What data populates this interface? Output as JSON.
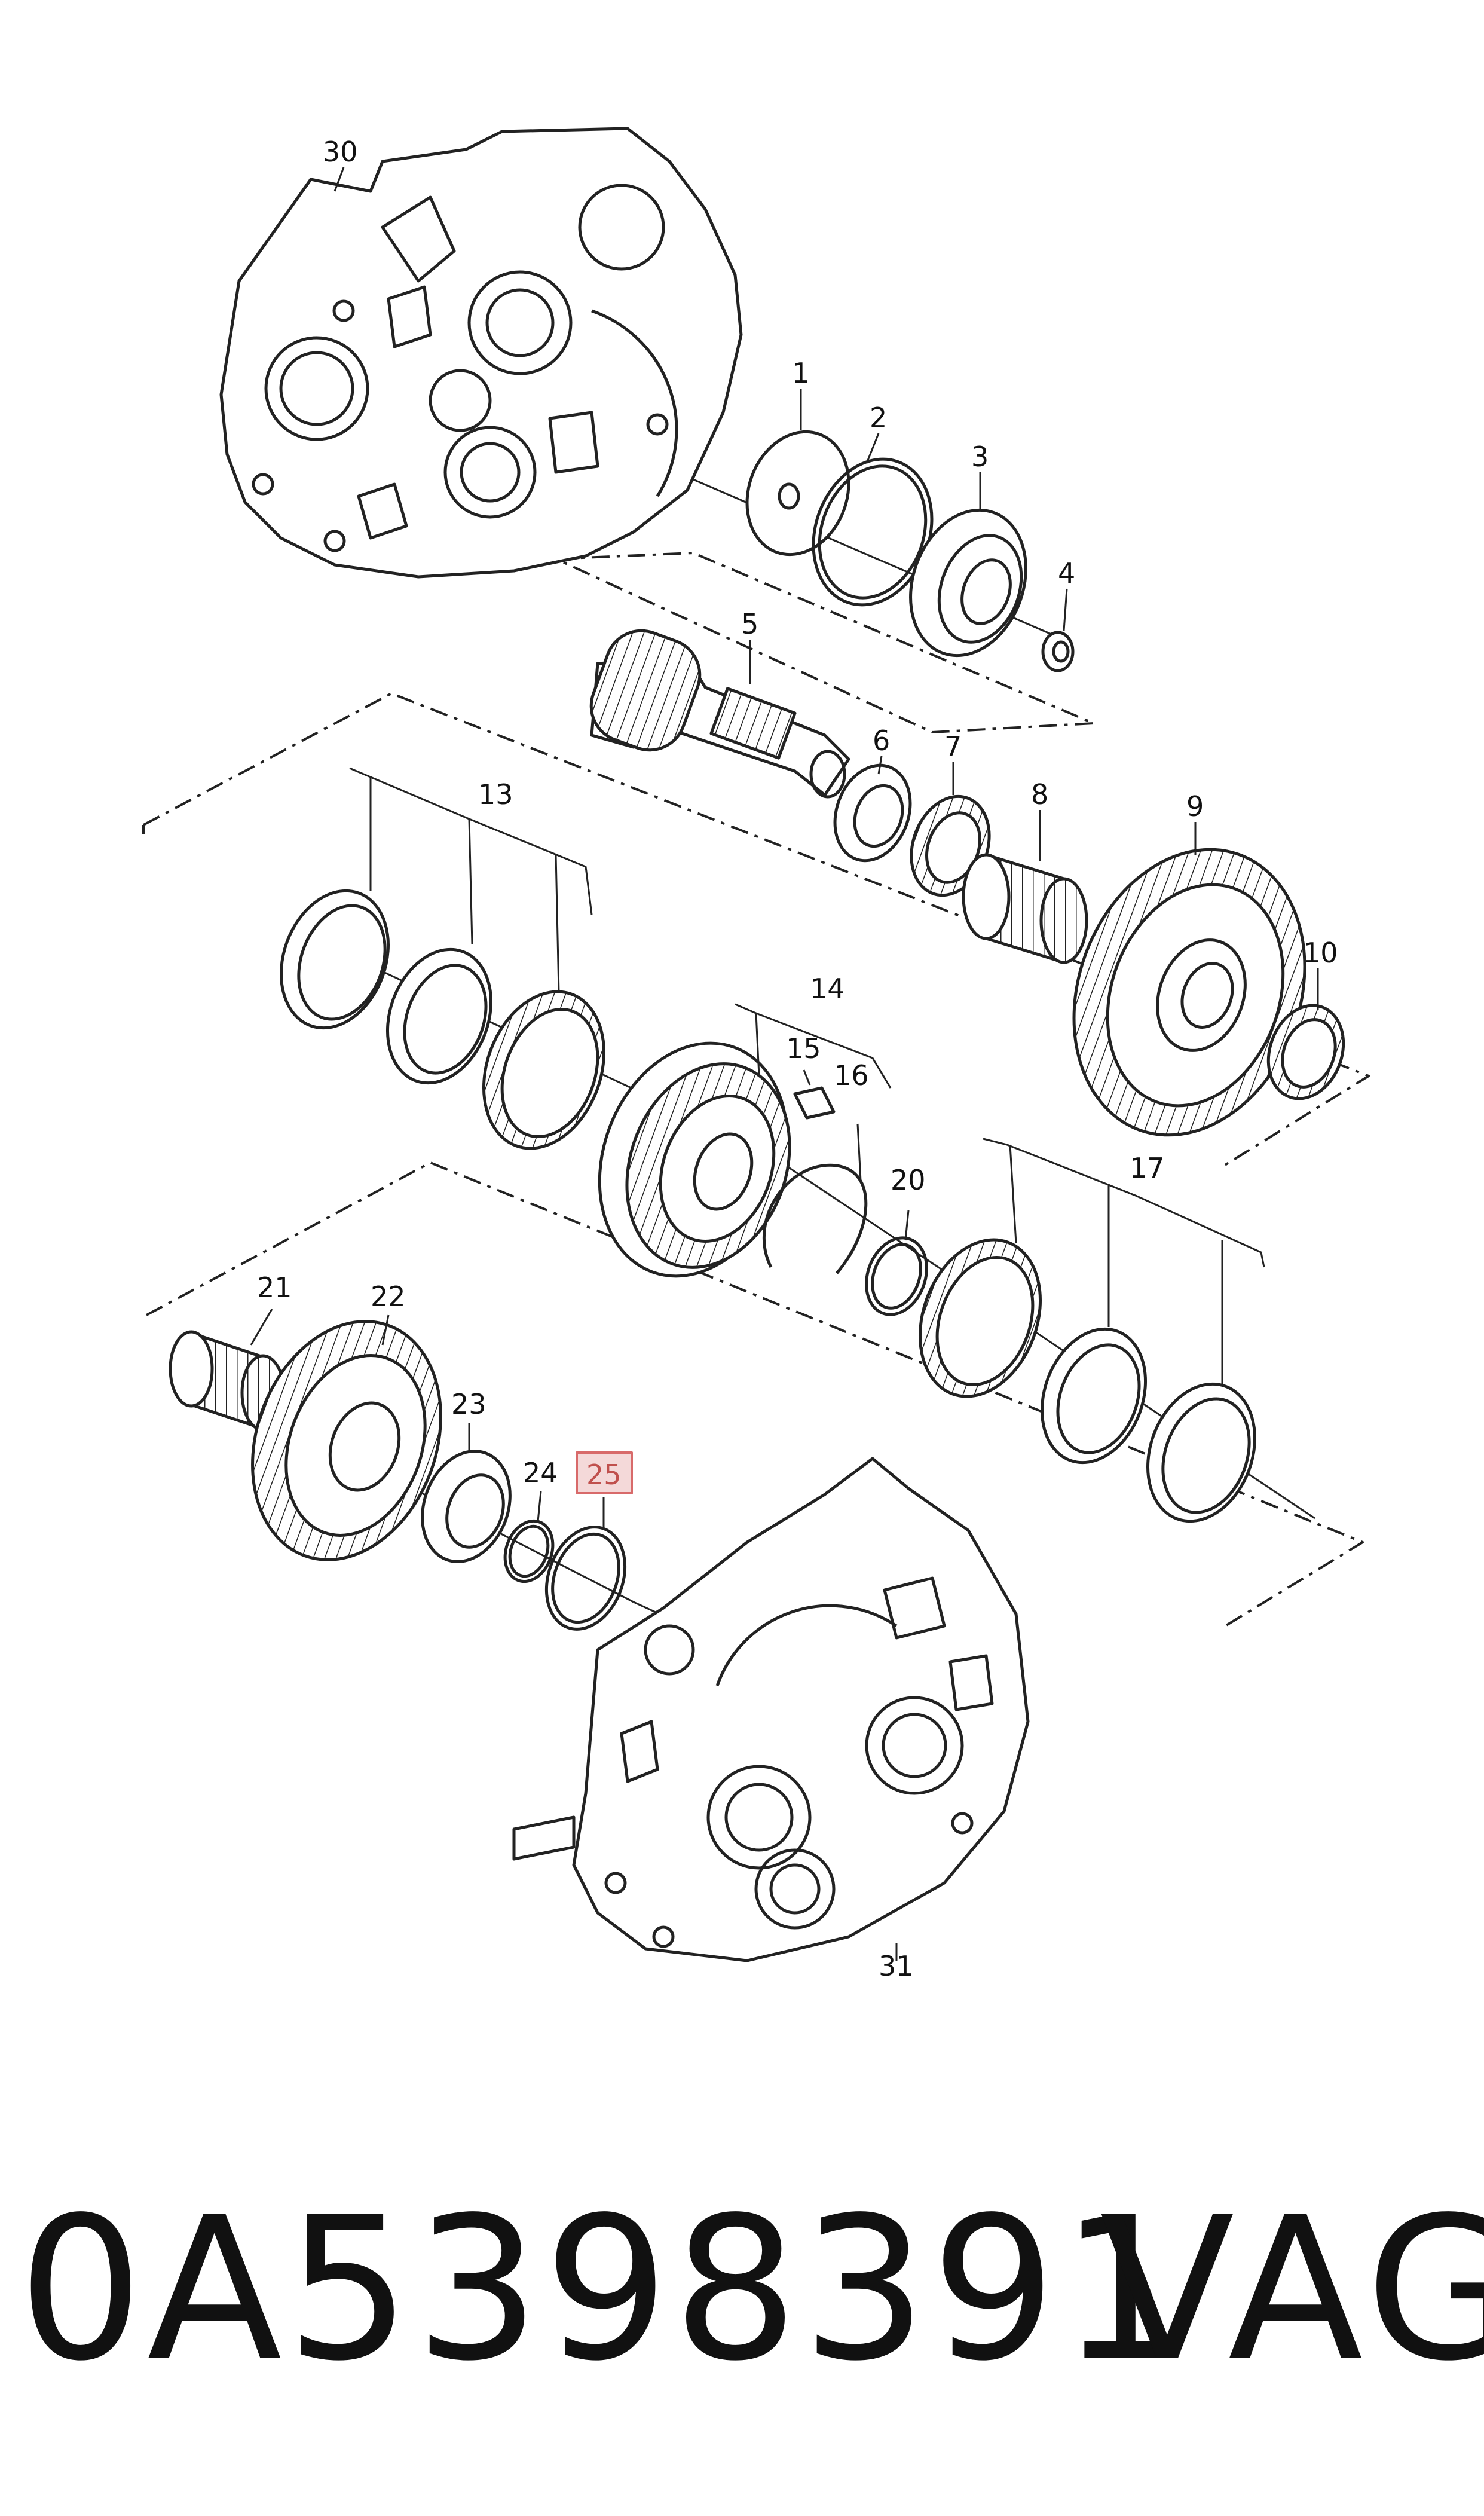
{
  "callouts": {
    "c1": "1",
    "c2": "2",
    "c3": "3",
    "c4": "4",
    "c5": "5",
    "c6": "6",
    "c7": "7",
    "c8": "8",
    "c9": "9",
    "c10": "10",
    "c13": "13",
    "c14": "14",
    "c15": "15",
    "c16": "16",
    "c17": "17",
    "c20": "20",
    "c21": "21",
    "c22": "22",
    "c23": "23",
    "c24": "24",
    "c25": "25",
    "c30": "30",
    "c31": "31"
  },
  "highlighted_callout": "25",
  "highlight_color": "#d86a6a",
  "footer": {
    "part_number": "0A5398391",
    "brand": "VAG"
  }
}
